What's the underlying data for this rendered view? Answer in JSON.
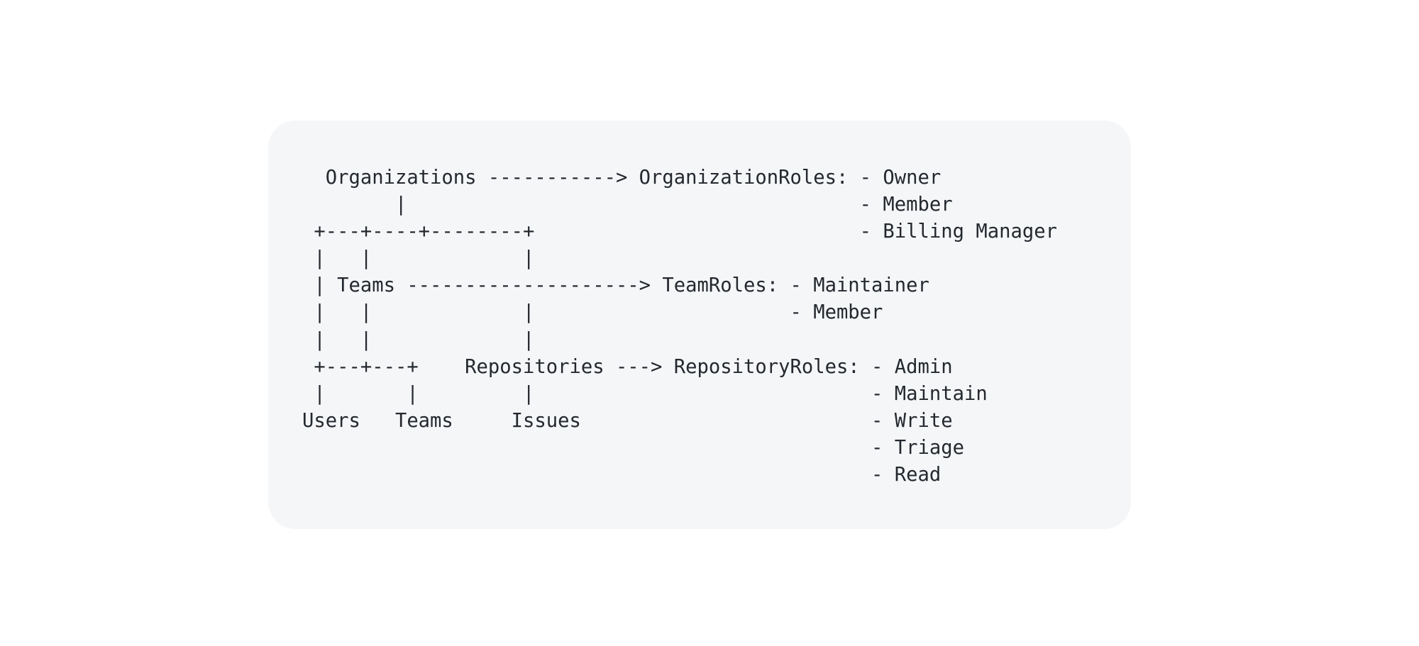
{
  "diagram": {
    "lines": [
      "  Organizations -----------> OrganizationRoles: - Owner",
      "        |                                       - Member",
      " +---+----+--------+                            - Billing Manager",
      " |   |             |",
      " | Teams --------------------> TeamRoles: - Maintainer",
      " |   |             |                      - Member",
      " |   |             |",
      " +---+---+    Repositories ---> RepositoryRoles: - Admin",
      " |       |         |                             - Maintain",
      "Users   Teams     Issues                         - Write",
      "                                                 - Triage",
      "                                                 - Read"
    ]
  }
}
